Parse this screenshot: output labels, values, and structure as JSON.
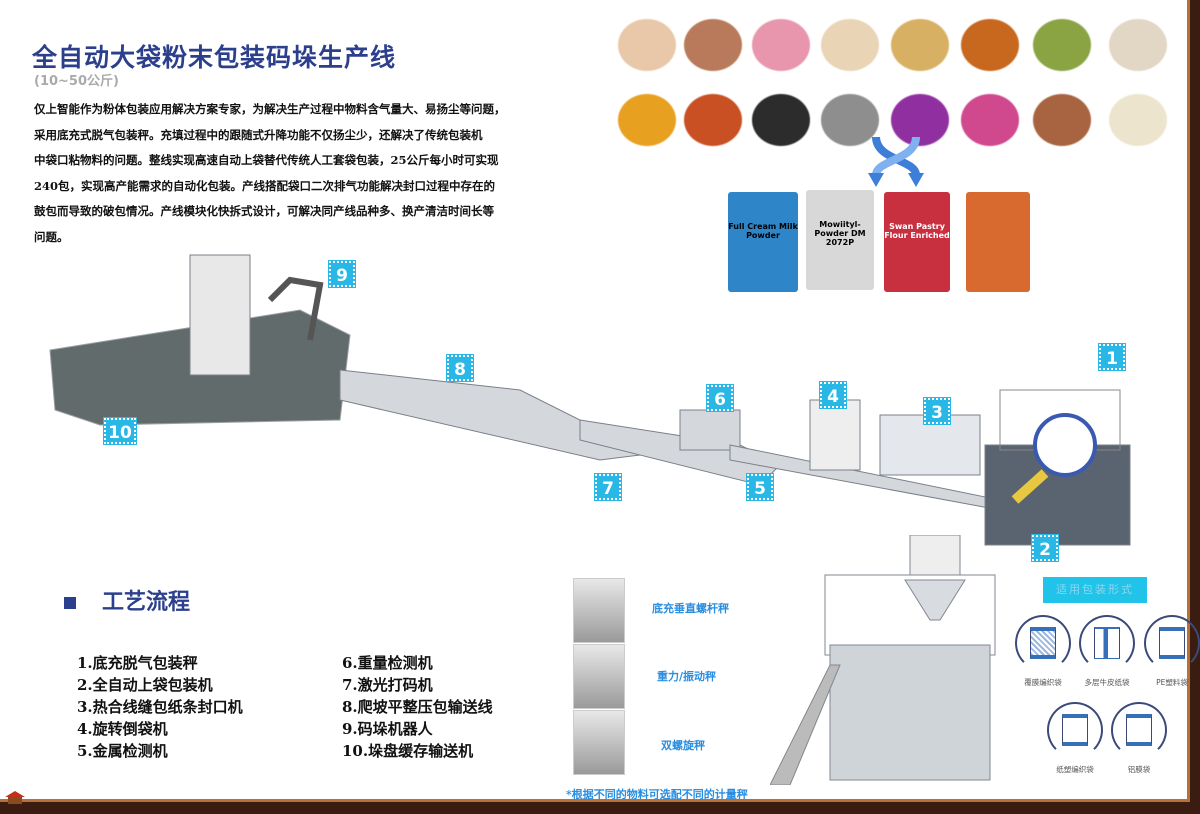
{
  "header": {
    "title": "全自动大袋粉末包装码垛生产线",
    "subtitle": "(10~50公斤)"
  },
  "description": [
    "仅上智能作为粉体包装应用解决方案专家，为解决生产过程中物料含气量大、易扬尘等问题，",
    "采用底充式脱气包装秤。充填过程中的跟随式升降功能不仅扬尘少，还解决了传统包装机",
    "中袋口粘物料的问题。整线实现高速自动上袋替代传统人工套袋包装，25公斤每小时可实现",
    "240包，实现高产能需求的自动化包装。产线搭配袋口二次排气功能解决封口过程中存在的",
    "鼓包而导致的破包情况。产线模块化快拆式设计，可解决同产线品种多、换产清洁时间长等",
    "问题。"
  ],
  "powder_colors": [
    "#e8c8a8",
    "#b87a5a",
    "#e896ae",
    "#ead4b6",
    "#d8b064",
    "#c8681e",
    "#8aa444",
    "#e2d6c4",
    "#e8a020",
    "#c85022",
    "#2c2c2c",
    "#8e8e8e",
    "#9030a0",
    "#d0488e",
    "#a86440",
    "#ece4cc"
  ],
  "bags": [
    {
      "text": "Full Cream Milk Powder",
      "color": "#2e86c8"
    },
    {
      "text": "Mowiityl-Powder DM 2072P",
      "color": "#d8d8d8"
    },
    {
      "text": "Swan Pastry Flour Enriched",
      "color": "#c83040"
    },
    {
      "text": "",
      "color": "#d86a30"
    }
  ],
  "markers": [
    "1",
    "2",
    "3",
    "4",
    "5",
    "6",
    "7",
    "8",
    "9",
    "10"
  ],
  "process": {
    "heading": "工艺流程",
    "steps": [
      "1.底充脱气包装秤",
      "2.全自动上袋包装机",
      "3.热合线缝包纸条封口机",
      "4.旋转倒袋机",
      "5.金属检测机",
      "6.重量检测机",
      "7.激光打码机",
      "8.爬坡平整压包输送线",
      "9.码垛机器人",
      "10.垛盘缓存输送机"
    ]
  },
  "weighers": {
    "items": [
      "底充垂直螺杆秤",
      "重力/振动秤",
      "双螺旋秤"
    ],
    "note": "*根据不同的物料可选配不同的计量秤"
  },
  "bag_types": {
    "heading": "适用包装形式",
    "items": [
      "覆膜编织袋",
      "多层牛皮纸袋",
      "PE塑料袋",
      "纸塑编织袋",
      "铝膜袋"
    ]
  }
}
